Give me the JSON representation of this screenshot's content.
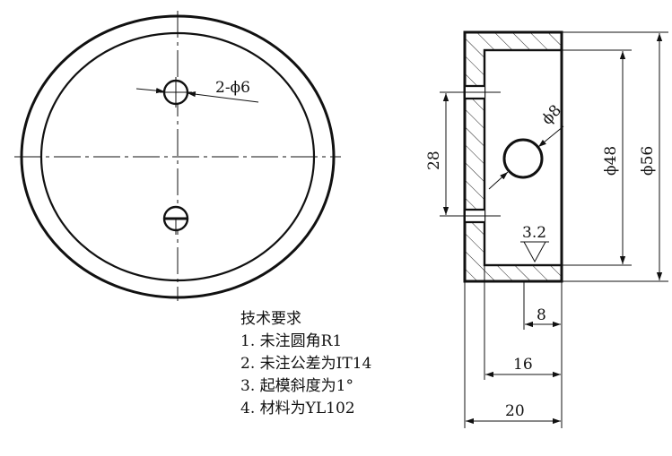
{
  "front_view": {
    "hole_callout": "2-ϕ6"
  },
  "side_view": {
    "dims": {
      "hole_dia": "ϕ8",
      "hole_spacing": "28",
      "inner_dia": "ϕ48",
      "outer_dia": "ϕ56",
      "roughness": "3.2",
      "bottom_thickness": "8",
      "inner_depth": "16",
      "total_height": "20"
    }
  },
  "notes": {
    "title": "技术要求",
    "items": [
      "1. 未注圆角R1",
      "2. 未注公差为IT14",
      "3. 起模斜度为1°",
      "4. 材料为YL102"
    ]
  }
}
